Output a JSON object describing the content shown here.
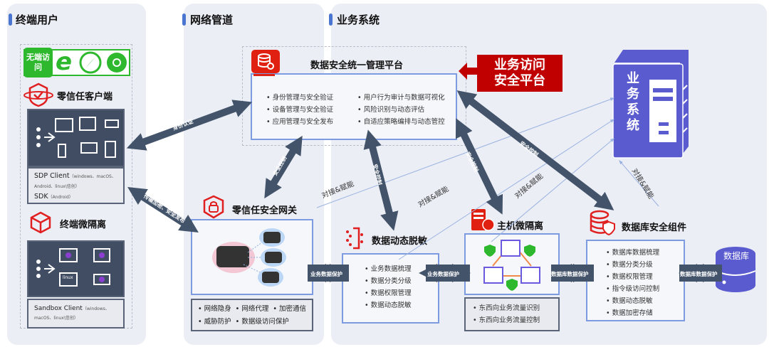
{
  "sections": {
    "terminal": "终端用户",
    "network": "网络管道",
    "business": "业务系统"
  },
  "terminal": {
    "agentless": "无端访问",
    "client_title": "零信任客户端",
    "client_items": [
      {
        "main": "SDP Client",
        "note": "（windows、macOS、Android、linux\\信创）"
      },
      {
        "main": "SDK",
        "note": "（Android）"
      }
    ],
    "isolation_title": "终端微隔离",
    "isolation_items": [
      {
        "main": "Sandbox Client",
        "note": "（windows、macOS、linux\\信创）"
      }
    ],
    "linux_label": "linux"
  },
  "platform": {
    "title": "数据安全统一管理平台",
    "left_items": [
      "身份管理与安全验证",
      "设备管理与安全验证",
      "应用管理与安全发布"
    ],
    "right_items": [
      "用户行为审计与数据可视化",
      "风险识别与动态评估",
      "自适应策略编排与动态管控"
    ],
    "badge": [
      "业务访问",
      "安全平台"
    ]
  },
  "business_system": {
    "label": [
      "业",
      "务",
      "系",
      "统"
    ]
  },
  "gateway": {
    "title": "零信任安全网关",
    "items": [
      "网络隐身",
      "网络代理",
      "加密通信",
      "威胁防护",
      "数据级访问保护"
    ]
  },
  "masking": {
    "title": "数据动态脱敏",
    "items": [
      "业务数据梳理",
      "数据分类分级",
      "数据权限管理",
      "数据动态脱敏"
    ]
  },
  "host": {
    "title": "主机微隔离",
    "items": [
      "东西向业务流量识别",
      "东西向业务流量控制"
    ]
  },
  "db_component": {
    "title": "数据库安全组件",
    "items": [
      "数据库数据梳理",
      "数据分类分级",
      "数据权限管理",
      "指令级访问控制",
      "数据动态脱敏",
      "数据加密存储"
    ]
  },
  "database": {
    "label": "数据库"
  },
  "arrows": {
    "auth": "身份认证",
    "transport": "传输加密、安全发布",
    "control": "安全控制",
    "biz_protect": "业务数据保护",
    "db_protect": "数据库数据保护",
    "integrate": "对接&赋能"
  },
  "colors": {
    "panel": "#eceef6",
    "arrow": "#435369",
    "red": "#c00000",
    "accent": "#4a76d1",
    "purple": "#5b5bd0",
    "green": "#2eb82e"
  }
}
